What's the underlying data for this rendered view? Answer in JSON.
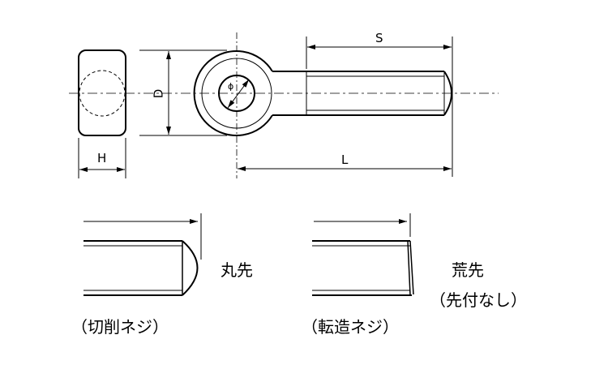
{
  "dimensions": {
    "S": "S",
    "L": "L",
    "D": "D",
    "H": "H",
    "phi": "ϕ"
  },
  "labels": {
    "round_tip": "丸先",
    "rough_tip": "荒先",
    "rough_tip_note": "（先付なし）",
    "cut_thread": "（切削ネジ）",
    "rolled_thread": "（転造ネジ）"
  }
}
